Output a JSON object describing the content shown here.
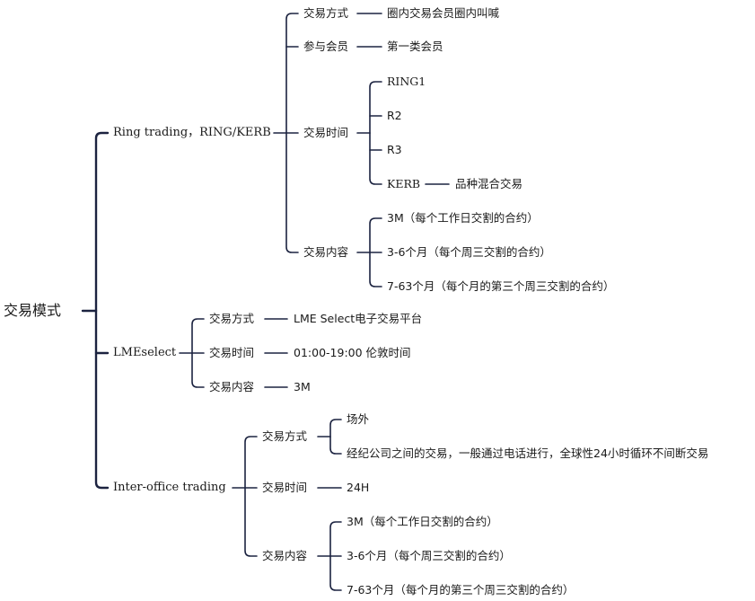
{
  "root": "交易模式",
  "ring": {
    "title": "Ring trading，RING/KERB",
    "method_label": "交易方式",
    "method_value": "圈内交易会员圈内叫喊",
    "member_label": "参与会员",
    "member_value": "第一类会员",
    "time_label": "交易时间",
    "time_items": [
      "RING1",
      "R2",
      "R3",
      "KERB"
    ],
    "kerb_note": "品种混合交易",
    "content_label": "交易内容",
    "content_items": [
      "3M（每个工作日交割的合约）",
      "3-6个月（每个周三交割的合约）",
      "7-63个月（每个月的第三个周三交割的合约）"
    ]
  },
  "lme": {
    "title": "LMEselect",
    "method_label": "交易方式",
    "method_value": "LME Select电子交易平台",
    "time_label": "交易时间",
    "time_value": "01:00-19:00 伦敦时间",
    "content_label": "交易内容",
    "content_value": "3M"
  },
  "inter": {
    "title": "Inter-office trading",
    "method_label": "交易方式",
    "method_items": [
      "场外",
      "经纪公司之间的交易，一般通过电话进行，全球性24小时循环不间断交易"
    ],
    "time_label": "交易时间",
    "time_value": "24H",
    "content_label": "交易内容",
    "content_items": [
      "3M（每个工作日交割的合约）",
      "3-6个月（每个周三交割的合约）",
      "7-63个月（每个月的第三个周三交割的合约）"
    ]
  },
  "colors": {
    "line": "#1c2340",
    "text": "#1a1a1a"
  }
}
